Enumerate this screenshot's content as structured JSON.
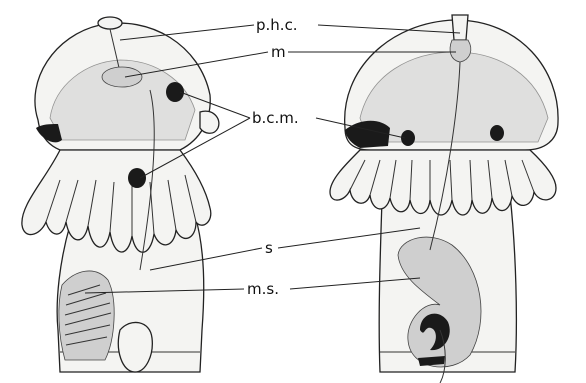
{
  "labels": {
    "phc": "p.h.c.",
    "m": "m",
    "bcm": "b.c.m.",
    "s": "s",
    "ms": "m.s."
  },
  "colors": {
    "ink": "#222222",
    "paper": "#ffffff",
    "stipple": "#9a9a9a",
    "muscle_spot": "#1a1a1a"
  }
}
